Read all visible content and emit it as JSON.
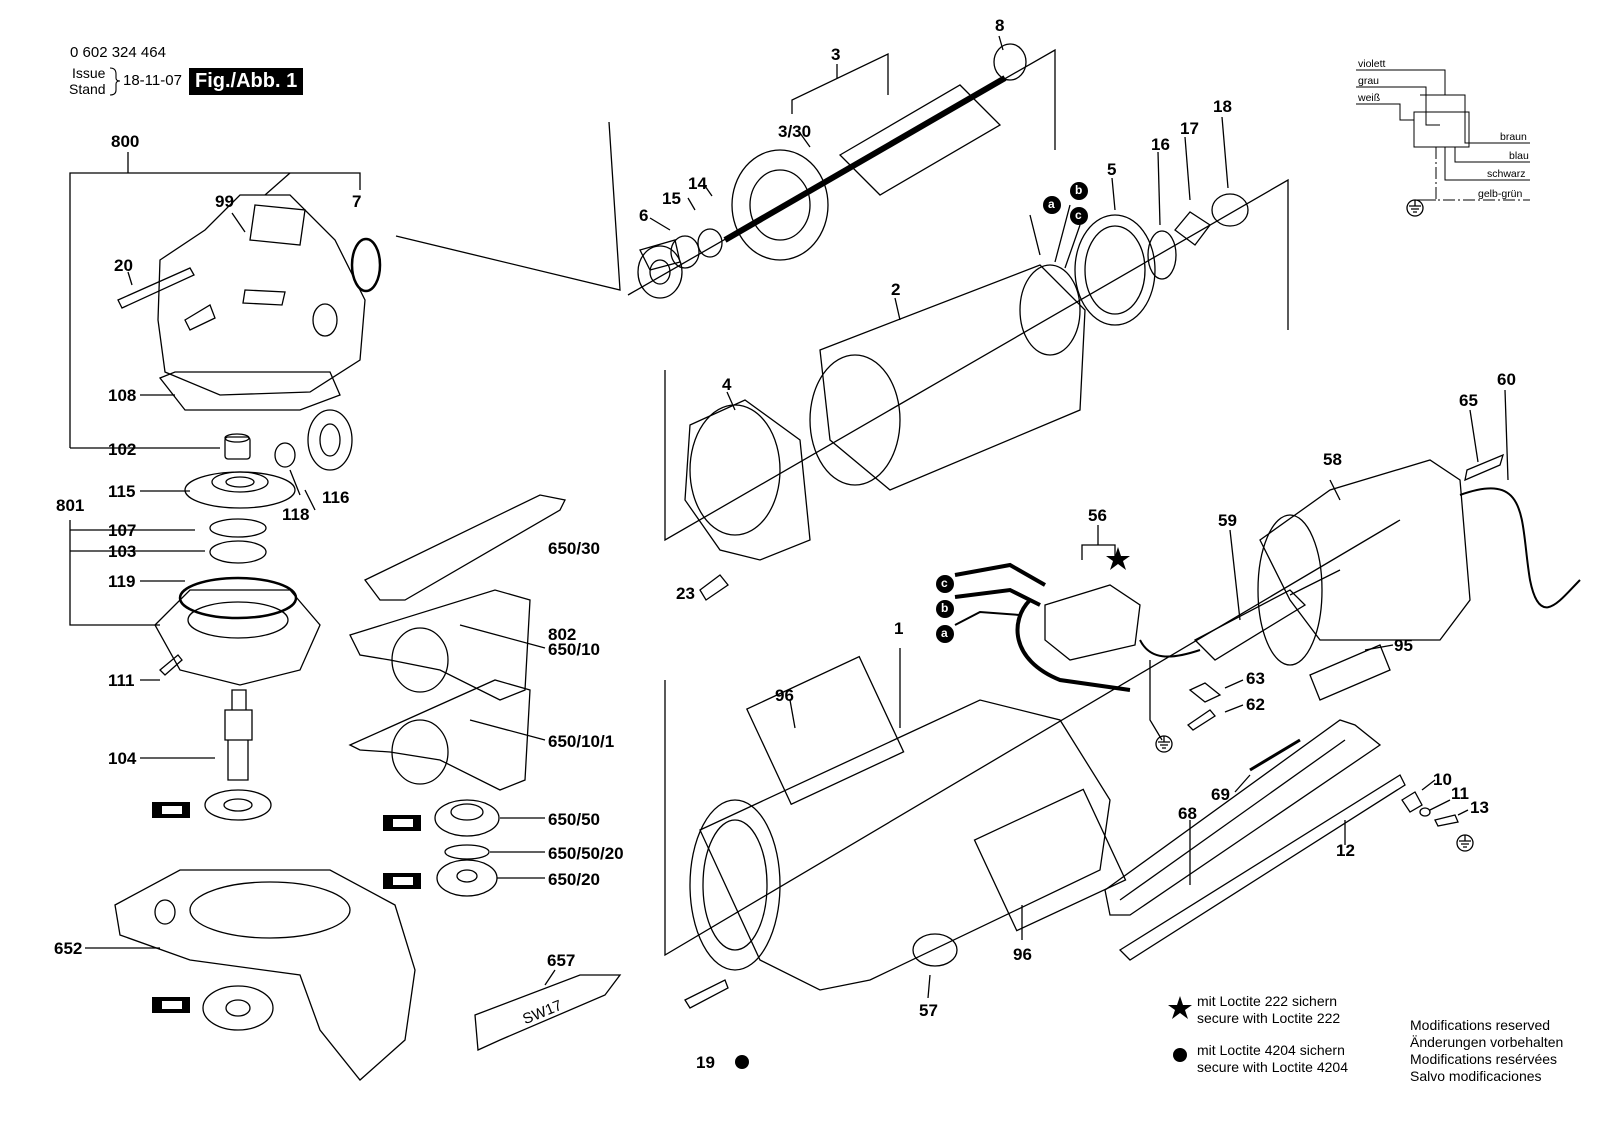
{
  "header": {
    "doc_number": "0 602 324 464",
    "issue_label": "Issue",
    "stand_label": "Stand",
    "date": "18-11-07",
    "figure": "Fig./Abb. 1"
  },
  "wiring_legend": {
    "left_labels": [
      "violett",
      "grau",
      "weiß"
    ],
    "right_labels": [
      "braun",
      "blau",
      "schwarz",
      "gelb-grün"
    ]
  },
  "part_labels": {
    "p800": "800",
    "p99": "99",
    "p7": "7",
    "p20": "20",
    "p108": "108",
    "p102": "102",
    "p115": "115",
    "p118": "118",
    "p116": "116",
    "p801": "801",
    "p107": "107",
    "p103": "103",
    "p119": "119",
    "p111": "111",
    "p104": "104",
    "p652": "652",
    "p650_30": "650/30",
    "p802": "802",
    "p650_10": "650/10",
    "p650_10_1": "650/10/1",
    "p650_50": "650/50",
    "p650_50_20": "650/50/20",
    "p650_20": "650/20",
    "p657": "657",
    "sw17": "SW17",
    "p3": "3",
    "p3_30": "3/30",
    "p8": "8",
    "p6": "6",
    "p15": "15",
    "p14": "14",
    "p2": "2",
    "p5": "5",
    "p16": "16",
    "p17": "17",
    "p18": "18",
    "p4": "4",
    "p23": "23",
    "p1": "1",
    "p96a": "96",
    "p96b": "96",
    "p57": "57",
    "p19": "19",
    "p56": "56",
    "p59": "59",
    "p58": "58",
    "p65": "65",
    "p60": "60",
    "p95": "95",
    "p63": "63",
    "p62": "62",
    "p68": "68",
    "p69": "69",
    "p10": "10",
    "p11": "11",
    "p13": "13",
    "p12": "12",
    "wa": "a",
    "wb": "b",
    "wc": "c"
  },
  "notes": {
    "loctite222_de": "mit Loctite 222 sichern",
    "loctite222_en": "secure with Loctite 222",
    "loctite4204_de": "mit Loctite 4204 sichern",
    "loctite4204_en": "secure with Loctite 4204",
    "mod_en": "Modifications reserved",
    "mod_de": "Änderungen vorbehalten",
    "mod_fr": "Modifications resérvées",
    "mod_es": "Salvo modificaciones"
  }
}
